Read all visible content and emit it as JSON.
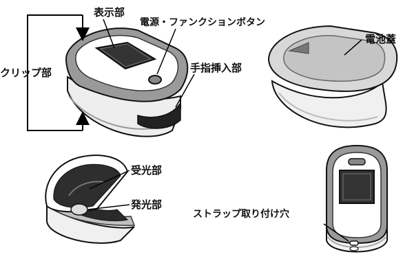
{
  "labels": {
    "display": "表示部",
    "power_button": "電源・ファンクションボタン",
    "clip": "クリップ部",
    "finger_insert": "手指挿入部",
    "battery_cover": "電池蓋",
    "light_receiver": "受光部",
    "light_emitter": "発光部",
    "strap_hole": "ストラップ取り付け穴"
  }
}
